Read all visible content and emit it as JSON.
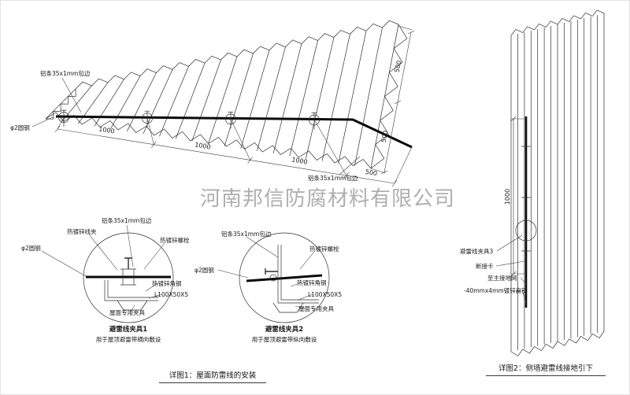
{
  "watermark": "河南邦信防腐材料有限公司",
  "roof": {
    "label_alu_top": "铝条35x1mm包边",
    "label_alu_bottom": "铝条35x1mm包边",
    "label_round_steel": "φ2圆钢",
    "dims_bottom": [
      "1000",
      "1000",
      "1000",
      "500"
    ],
    "dim_right_upper": "500",
    "dim_right_lower": "500"
  },
  "detail1": {
    "title": "避雷线夹具1",
    "subtitle": "用于屋顶避雷带横向敷设",
    "labels": {
      "clamp": "热镀锌线夹",
      "alu": "铝条35x1mm包边",
      "bolt": "热镀锌螺栓",
      "round_steel": "φ2圆钢",
      "angle": "热镀锌角钢",
      "angle_spec": "L100X50X5",
      "roof_clamp": "屋面专用夹具"
    }
  },
  "detail2": {
    "title": "避雷线夹具2",
    "subtitle": "用于屋顶避雷带纵向敷设",
    "labels": {
      "alu": "铝条35x1mm包边",
      "bolt": "热镀锌螺栓",
      "round_steel": "φ2圆钢",
      "angle": "热镀锌角钢",
      "angle_spec": "L100X50X5",
      "roof_clamp": "屋面专用夹具"
    }
  },
  "wall": {
    "dim": "1000",
    "labels": {
      "clamp3": "避雷线夹具3",
      "disconnect": "断接卡",
      "to_ground": "至主接地网",
      "flat_steel": "-40mmx4mm镀锌扁钢"
    }
  },
  "captions": {
    "detail1": "详图1：屋面防雷线的安装",
    "detail2": "详图2：侧墙避雷线接地引下"
  },
  "colors": {
    "highlight_red": "#c34343",
    "line": "#2f2f2f",
    "watermark_gray": "#9a9a9a"
  }
}
